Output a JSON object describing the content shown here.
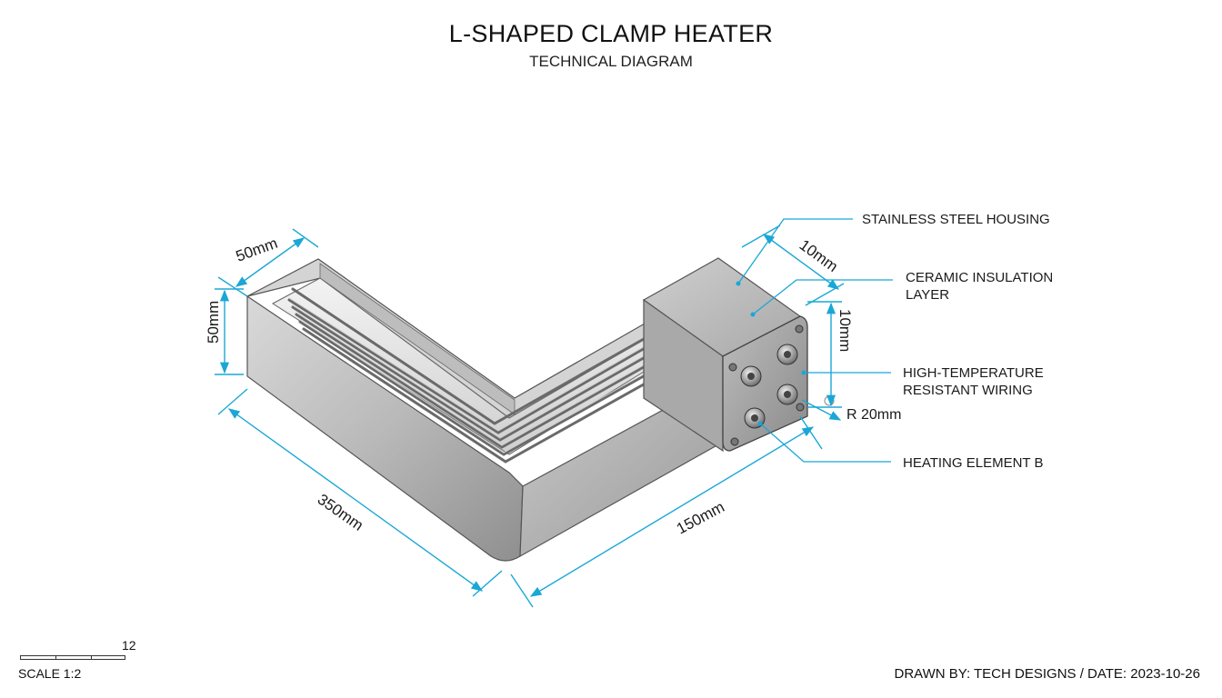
{
  "header": {
    "title": "L-SHAPED CLAMP HEATER",
    "subtitle": "TECHNICAL DIAGRAM"
  },
  "callouts": {
    "housing": "STAINLESS STEEL HOUSING",
    "insulation_line1": "CERAMIC INSULATION",
    "insulation_line2": "LAYER",
    "wiring_line1": "HIGH-TEMPERATURE",
    "wiring_line2": "RESISTANT WIRING",
    "element": "HEATING ELEMENT B"
  },
  "dimensions": {
    "width_top": "50mm",
    "height_left": "50mm",
    "length_long": "350mm",
    "length_short": "150mm",
    "box_depth": "10mm",
    "box_height": "10mm",
    "radius": "R 20mm"
  },
  "footer": {
    "scale": "SCALE 1:2",
    "scale_number": "12",
    "drawn_by": "DRAWN BY: TECH DESIGNS / DATE: 2023-10-26"
  },
  "colors": {
    "dimension": "#1aa7d6",
    "metal_light": "#e4e4e4",
    "metal_dark": "#8e8e8e"
  }
}
